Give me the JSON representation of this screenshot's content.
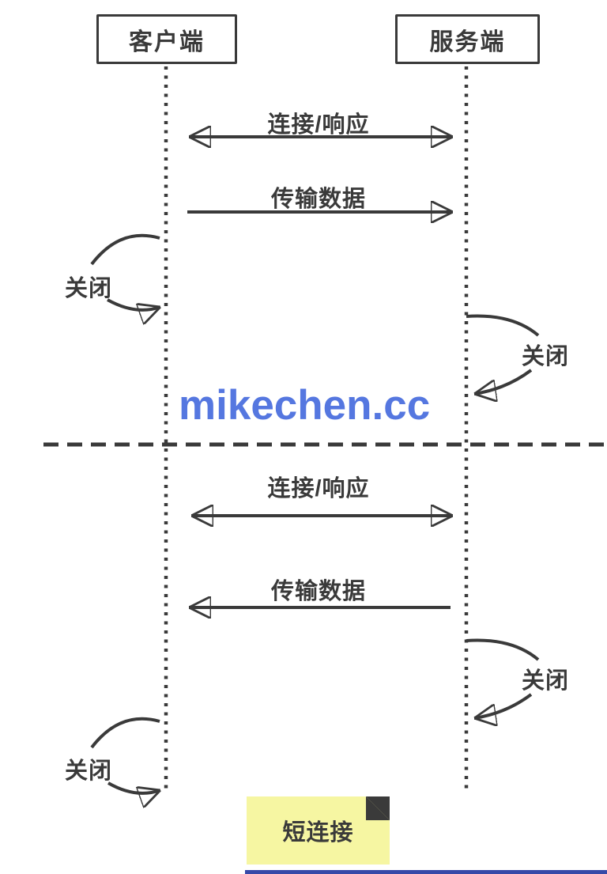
{
  "watermark": {
    "text": "mikechen.cc",
    "color": "#5577e0"
  },
  "actors": [
    {
      "label": "客户端"
    },
    {
      "label": "服务端"
    }
  ],
  "sections": [
    {
      "messages": [
        {
          "label": "连接/响应",
          "direction": "both"
        },
        {
          "label": "传输数据",
          "direction": "right"
        }
      ],
      "closes": [
        {
          "label": "关闭",
          "side": "client"
        },
        {
          "label": "关闭",
          "side": "server"
        }
      ]
    },
    {
      "messages": [
        {
          "label": "连接/响应",
          "direction": "both"
        },
        {
          "label": "传输数据",
          "direction": "left"
        }
      ],
      "closes": [
        {
          "label": "关闭",
          "side": "server"
        },
        {
          "label": "关闭",
          "side": "client"
        }
      ]
    }
  ],
  "note": {
    "label": "短连接",
    "bg": "#f6f6a2",
    "fold": "#d8d88d"
  },
  "colors": {
    "line": "#3a3a3a",
    "background": "#ffffff",
    "bottom_strip": "#3649a8"
  }
}
